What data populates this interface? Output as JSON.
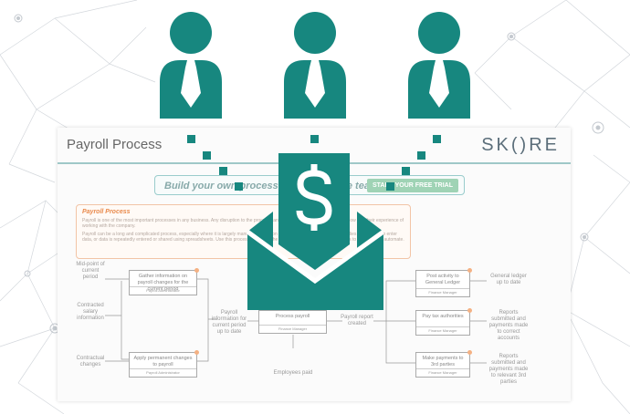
{
  "document": {
    "title": "Payroll Process",
    "brand": "SK()RE",
    "banner": {
      "text": "Build your own process library with the team",
      "button": "START YOUR FREE TRIAL"
    },
    "info": {
      "heading": "Payroll Process",
      "paragraph1": "Payroll is one of the most important processes in any business. Any disruption to the process can have a major impact on staff workflow and their experience of working with the company.",
      "paragraph2": "Payroll can be a long and complicated process, especially where it is largely manual. Information is passed between departments, relies on humans to enter data, or data is repeatedly entered or shared using spreadsheets. Use this process to identify the areas of opportunities and the ways to improve and automate."
    }
  },
  "flow": {
    "inputs": [
      "Mid-point of current period",
      "Contracted salary information",
      "Contractual changes"
    ],
    "boxes": [
      {
        "text": "Gather information on payroll changes for the current period",
        "role": "Payroll Administrator"
      },
      {
        "text": "Apply permanent changes to payroll",
        "role": "Payroll Administrator"
      },
      {
        "text": "Process payroll",
        "role": "Finance Manager"
      },
      {
        "text": "Post activity to General Ledger",
        "role": "Finance Manager"
      },
      {
        "text": "Pay tax authorities",
        "role": "Finance Manager"
      },
      {
        "text": "Make payments to 3rd parties",
        "role": "Finance Manager"
      }
    ],
    "mid_labels": [
      "Payroll information for current period up to date",
      "Payroll report created",
      "Employees paid"
    ],
    "outputs": [
      "General ledger up to date",
      "Reports submitted and payments made to correct accounts",
      "Reports submitted and payments made to relevant 3rd parties"
    ]
  },
  "icons": {
    "people": [
      "person-icon",
      "person-icon",
      "person-icon"
    ],
    "envelope": "dollar-envelope-icon"
  },
  "colors": {
    "teal": "#17877f",
    "network": "#c9ced4"
  }
}
